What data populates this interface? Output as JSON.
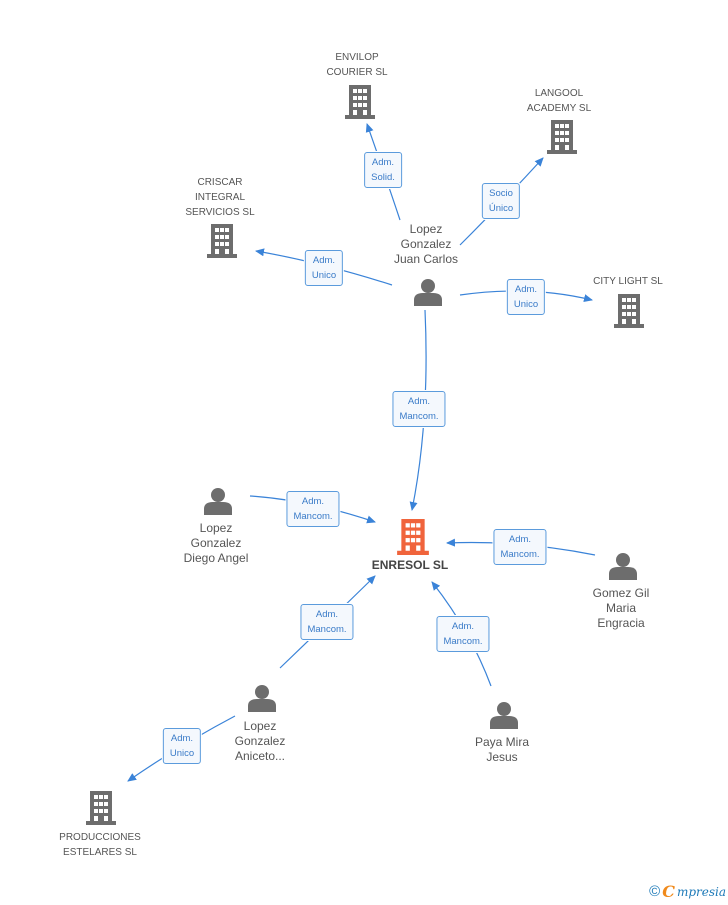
{
  "colors": {
    "edge": "#3a83d8",
    "company": "#6d6d6d",
    "main_company": "#f0643c",
    "person": "#6d6d6d"
  },
  "nodes": {
    "envilop": {
      "label": [
        "ENVILOP",
        "COURIER SL"
      ],
      "type": "company"
    },
    "langool": {
      "label": [
        "LANGOOL",
        "ACADEMY  SL"
      ],
      "type": "company"
    },
    "criscar": {
      "label": [
        "CRISCAR",
        "INTEGRAL",
        "SERVICIOS SL"
      ],
      "type": "company"
    },
    "citylight": {
      "label": [
        "CITY LIGHT SL"
      ],
      "type": "company"
    },
    "juancarlos": {
      "label": [
        "Lopez",
        "Gonzalez",
        "Juan Carlos"
      ],
      "type": "person"
    },
    "enresol": {
      "label": [
        "ENRESOL SL"
      ],
      "type": "main"
    },
    "diegoangel": {
      "label": [
        "Lopez",
        "Gonzalez",
        "Diego Angel"
      ],
      "type": "person"
    },
    "gomezgil": {
      "label": [
        "Gomez Gil",
        "Maria",
        "Engracia"
      ],
      "type": "person"
    },
    "aniceto": {
      "label": [
        "Lopez",
        "Gonzalez",
        "Aniceto..."
      ],
      "type": "person"
    },
    "payamira": {
      "label": [
        "Paya Mira",
        "Jesus"
      ],
      "type": "person"
    },
    "producciones": {
      "label": [
        "PRODUCCIONES",
        "ESTELARES  SL"
      ],
      "type": "company"
    }
  },
  "edges": [
    {
      "from": "juancarlos",
      "to": "envilop",
      "label": [
        "Adm.",
        "Solid."
      ]
    },
    {
      "from": "juancarlos",
      "to": "langool",
      "label": [
        "Socio",
        "Único"
      ]
    },
    {
      "from": "juancarlos",
      "to": "criscar",
      "label": [
        "Adm.",
        "Unico"
      ]
    },
    {
      "from": "juancarlos",
      "to": "citylight",
      "label": [
        "Adm.",
        "Unico"
      ]
    },
    {
      "from": "juancarlos",
      "to": "enresol",
      "label": [
        "Adm.",
        "Mancom."
      ]
    },
    {
      "from": "diegoangel",
      "to": "enresol",
      "label": [
        "Adm.",
        "Mancom."
      ]
    },
    {
      "from": "gomezgil",
      "to": "enresol",
      "label": [
        "Adm.",
        "Mancom."
      ]
    },
    {
      "from": "aniceto",
      "to": "enresol",
      "label": [
        "Adm.",
        "Mancom."
      ]
    },
    {
      "from": "payamira",
      "to": "enresol",
      "label": [
        "Adm.",
        "Mancom."
      ]
    },
    {
      "from": "aniceto",
      "to": "producciones",
      "label": [
        "Adm.",
        "Unico"
      ]
    }
  ],
  "footer": {
    "copyright": "©",
    "brand_initial": "C",
    "brand_rest": "mpresia"
  }
}
